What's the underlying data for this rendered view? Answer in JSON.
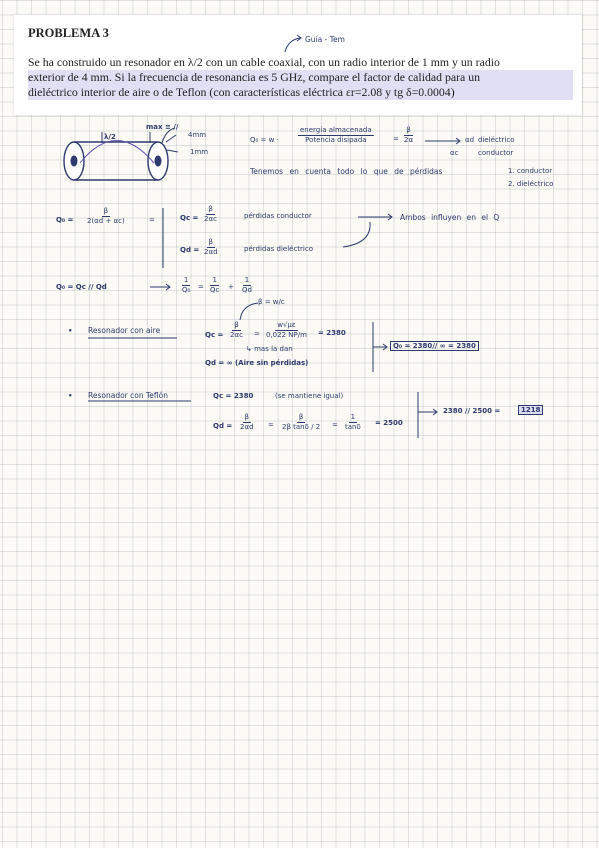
{
  "problem": {
    "title": "PROBLEMA 3",
    "line1": "Se ha construido un resonador en λ/2 con un cable coaxial, con un radio interior de 1 mm y un radio",
    "line2": "exterior de 4 mm. Si la frecuencia de resonancia es 5 GHz, compare el factor de calidad para un",
    "line3": "dieléctrico interior de aire o de Teflon (con características eléctrica εr=2.08 y tg δ=0.0004)",
    "note_guia": "Guía - Tem"
  },
  "diagram": {
    "label_lambda": "λ/2",
    "label_max": "max ≡ //",
    "label_outer": "4mm",
    "label_inner": "1mm"
  },
  "q0_def": {
    "lhs": "Q₀ = w ·",
    "num": "energía almacenada",
    "den": "Potencia disipada",
    "eq": "=",
    "f_num": "β",
    "f_den": "2α",
    "alpha_d": "αd",
    "alpha_d_desc": "dieléctrico",
    "alpha_c": "αc",
    "alpha_c_desc": "conductor"
  },
  "note_losses": {
    "text": "Tenemos en cuenta todo lo que de pérdidas",
    "item1": "1. conductor",
    "item2": "2. dieléctrico"
  },
  "q0_total": {
    "lhs": "Q₀ =",
    "num": "β",
    "den": "2(αd + αc)",
    "eq": "=",
    "qc_lhs": "Qc =",
    "qc_num": "β",
    "qc_den": "2αc",
    "qc_desc": "pérdidas conductor",
    "qd_lhs": "Qd =",
    "qd_num": "β",
    "qd_den": "2αd",
    "qd_desc": "pérdidas dieléctrico",
    "both": "Ambos influyen en el Q"
  },
  "parallel": {
    "lhs": "Q₀ = Qc // Qd",
    "arrow": "⟶",
    "f1_num": "1",
    "f1_den": "Q₀",
    "eq": "=",
    "f2_num": "1",
    "f2_den": "Qc",
    "plus": "+",
    "f3_num": "1",
    "f3_den": "Qd"
  },
  "aire": {
    "bullet": "•",
    "title": "Resonador con aire",
    "beta_note": "β = w/c",
    "qc_lhs": "Qc =",
    "qc_num": "β",
    "qc_den": "2αc",
    "eq": "=",
    "val_num": "w√με",
    "val_den": "0,022 NP/m",
    "result": "= 2380",
    "note": "↳ mas la dan",
    "qd": "Qd = ∞   (Aire sin pérdidas)",
    "box": "Q₀ = 2380// ∞ = 2380"
  },
  "teflon": {
    "bullet": "•",
    "title": "Resonador con Teflón",
    "qc": "Qc = 2380",
    "qc_note": "(se mantiene igual)",
    "qd_lhs": "Qd =",
    "f1_num": "β",
    "f1_den": "2αd",
    "eq": "=",
    "f2_num": "β",
    "f2_den": "2β tanδ / 2",
    "f3_num": "1",
    "f3_den": "tanδ",
    "result": "= 2500",
    "final": "2380 // 2500 =",
    "final_box": "1218"
  },
  "colors": {
    "ink": "#2d3a6e",
    "highlight": "#c9c3ea",
    "grid": "#a0a8b0"
  }
}
